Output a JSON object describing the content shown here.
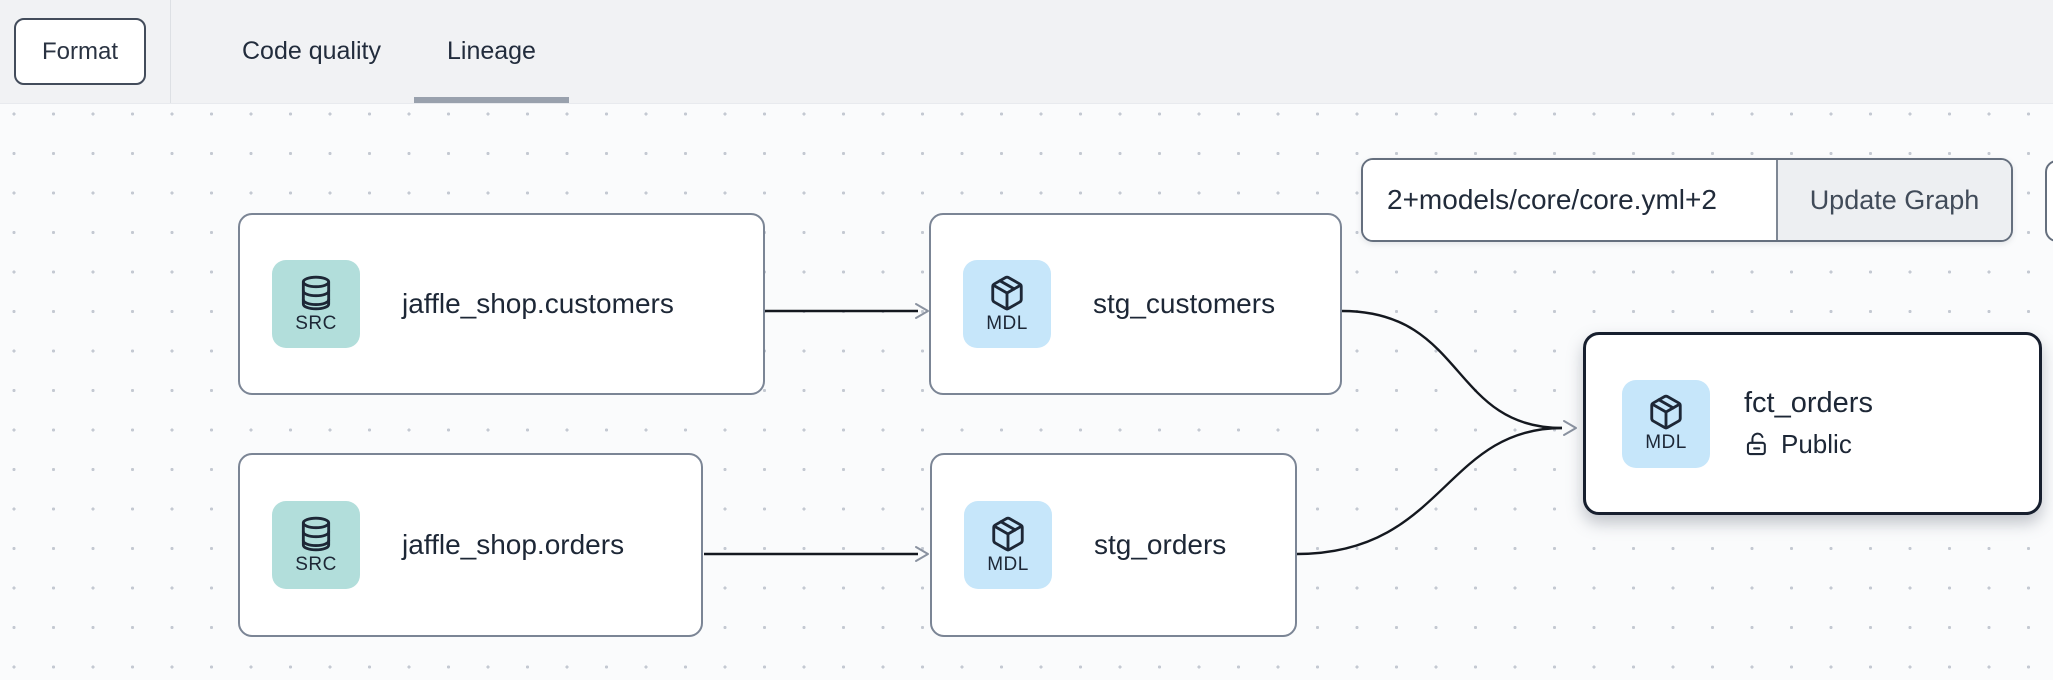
{
  "toolbar": {
    "format_button": "Format",
    "tabs": [
      {
        "label": "Code quality",
        "active": false
      },
      {
        "label": "Lineage",
        "active": true
      }
    ]
  },
  "graph_controls": {
    "selector_value": "2+models/core/core.yml+2",
    "update_button": "Update Graph"
  },
  "nodes": [
    {
      "badge": "SRC",
      "icon": "database-icon",
      "title": "jaffle_shop.customers",
      "selected": false
    },
    {
      "badge": "MDL",
      "icon": "package-icon",
      "title": "stg_customers",
      "selected": false
    },
    {
      "badge": "SRC",
      "icon": "database-icon",
      "title": "jaffle_shop.orders",
      "selected": false
    },
    {
      "badge": "MDL",
      "icon": "package-icon",
      "title": "stg_orders",
      "selected": false
    },
    {
      "badge": "MDL",
      "icon": "package-icon",
      "title": "fct_orders",
      "access_label": "Public",
      "access_icon": "lock-open-icon",
      "selected": true
    }
  ],
  "edges": [
    {
      "from": "jaffle_shop.customers",
      "to": "stg_customers"
    },
    {
      "from": "jaffle_shop.orders",
      "to": "stg_orders"
    },
    {
      "from": "stg_customers",
      "to": "fct_orders"
    },
    {
      "from": "stg_orders",
      "to": "fct_orders"
    }
  ],
  "colors": {
    "src_badge": "#b2dedb",
    "mdl_badge": "#c6e6fa",
    "node_border": "#7b8595",
    "selected_border": "#171f2e",
    "edge": "#14181f",
    "tab_underline": "#99a1ad",
    "canvas_bg": "#fafbfc",
    "topbar_bg": "#f1f2f4"
  }
}
